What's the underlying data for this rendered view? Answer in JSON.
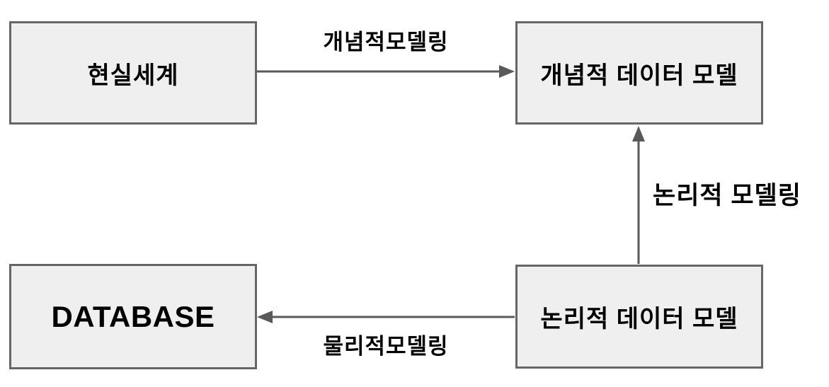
{
  "diagram": {
    "title": "Data modeling process diagram",
    "boxes": {
      "real_world": {
        "label": "현실세계"
      },
      "conceptual_model": {
        "label": "개념적 데이터 모델"
      },
      "database": {
        "label": "DATABASE"
      },
      "logical_model": {
        "label": "논리적 데이터 모델"
      }
    },
    "arrows": {
      "conceptual_modeling": {
        "label": "개념적모델링",
        "from": "real_world",
        "to": "conceptual_model",
        "direction": "right"
      },
      "logical_modeling": {
        "label": "논리적 모델링",
        "from": "logical_model",
        "to": "conceptual_model",
        "direction": "up"
      },
      "physical_modeling": {
        "label": "물리적모델링",
        "from": "logical_model",
        "to": "database",
        "direction": "left"
      }
    },
    "colors": {
      "background": "#ffffff",
      "box_fill": "#efefef",
      "box_border": "#666666",
      "arrow": "#595959",
      "text": "#000000"
    }
  }
}
